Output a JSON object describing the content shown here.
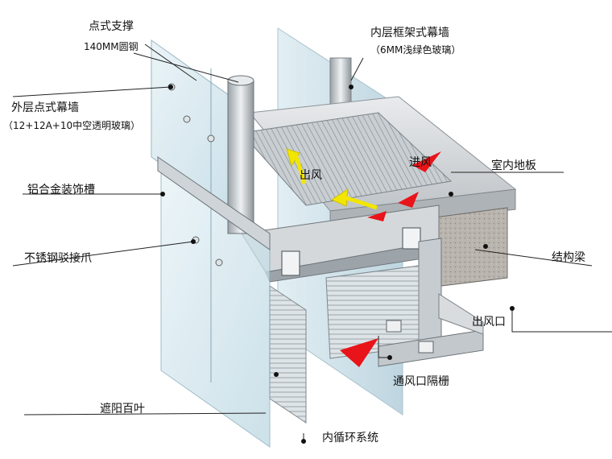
{
  "labels": {
    "point_support": "点式支撑",
    "round_steel": "140MM圆钢",
    "outer_curtain_wall": "外层点式幕墙",
    "outer_glass_spec": "（12+12A+10中空透明玻璃）",
    "aluminum_trim": "铝合金装饰槽",
    "stainless_claw": "不锈钢驳接爪",
    "sunshade_louver": "遮阳百叶",
    "inner_circulation": "内循环系统",
    "inner_curtain_wall": "内层框架式幕墙",
    "inner_glass_spec": "（6MM浅绿色玻璃）",
    "indoor_floor": "室内地板",
    "structural_beam": "结构梁",
    "air_outlet": "出风口",
    "vent_grille": "通风口隔栅"
  },
  "flow_labels": {
    "air_out": "出风",
    "air_in": "进风"
  },
  "colors": {
    "arrow_out": "#f2e600",
    "arrow_in": "#e8141a",
    "glass": "#cfe6ee",
    "concrete": "#b7b2ad",
    "steel": "#cfd3d6"
  },
  "icons": [
    "arrow-out-icon",
    "arrow-in-icon",
    "leader-dot-icon"
  ]
}
